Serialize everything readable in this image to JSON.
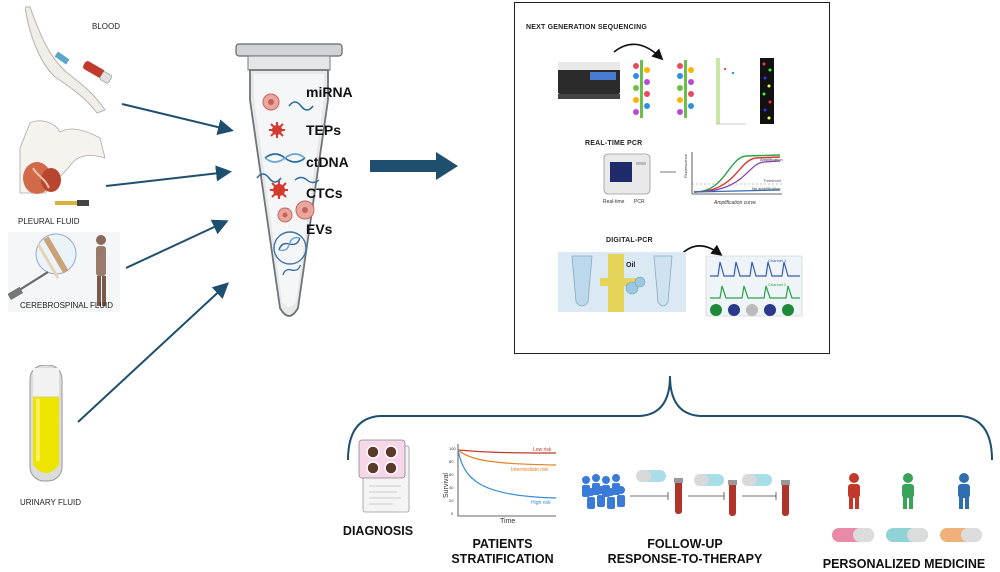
{
  "sources": {
    "blood": "BLOOD",
    "pleural": "PLEURAL FLUID",
    "cerebrospinal": "CEREBROSPINAL FLUID",
    "urinary": "URINARY FLUID"
  },
  "analytes": [
    "miRNA",
    "TEPs",
    "ctDNA",
    "CTCs",
    "EVs"
  ],
  "methods": {
    "ngs": "NEXT GENERATION SEQUENCING",
    "rtpcr": "REAL-TIME PCR",
    "rtpcr_caption_left": "Real-time",
    "rtpcr_caption_right": "PCR",
    "rtpcr_curve_caption": "Amplification curve",
    "rtpcr_yaxis": "Fluorescence",
    "rtpcr_threshold": "Threshold",
    "rtpcr_no_amp": "No amplification",
    "rtpcr_amp": "Amplification",
    "dpcr": "DIGITAL-PCR",
    "dpcr_oil": "Oil",
    "dpcr_ch1": "Channel 1",
    "dpcr_ch2": "Channel 2"
  },
  "survival": {
    "ylabel": "Survival",
    "xlabel": "Time",
    "low": "Low risk",
    "intermediate": "Intermediate risk",
    "high": "High risk",
    "yticks": [
      "100",
      "80",
      "60",
      "40",
      "20",
      "0"
    ]
  },
  "applications": {
    "diagnosis": "DIAGNOSIS",
    "stratification_1": "PATIENTS",
    "stratification_2": "STRATIFICATION",
    "followup_1": "FOLLOW-UP",
    "followup_2": "RESPONSE-TO-THERAPY",
    "personalized": "PERSONALIZED MEDICINE"
  },
  "colors": {
    "arrow": "#1f4f6e",
    "low_risk": "#c0392b",
    "intermediate_risk": "#e67e22",
    "high_risk": "#3b8fd6",
    "person_red": "#c0392b",
    "person_green": "#3aa35a",
    "person_blue": "#2f6fb0"
  }
}
